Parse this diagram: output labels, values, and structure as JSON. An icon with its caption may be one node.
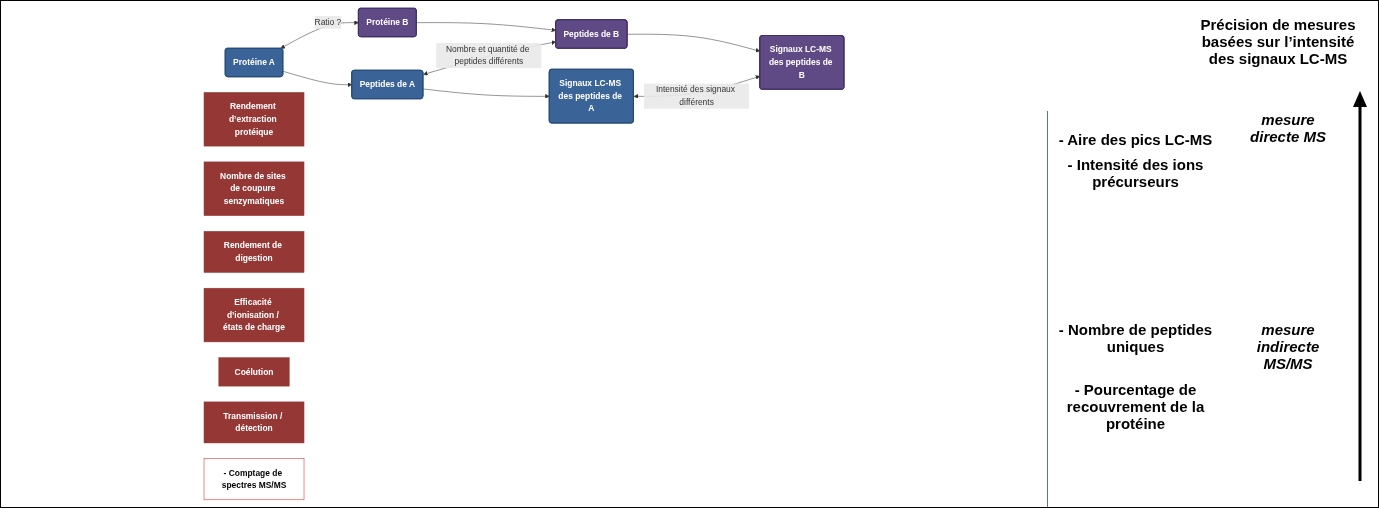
{
  "diagram": {
    "nodes": [
      {
        "text": [
          "Protéine A"
        ]
      },
      {
        "text": [
          "Protéine B"
        ]
      },
      {
        "text": [
          "Rendement d’extraction protéique"
        ]
      },
      {
        "text": [
          "Nombre de sites de coupure senzymatiques"
        ]
      },
      {
        "text": [
          "Rendement de digestion"
        ]
      },
      {
        "text": [
          "Peptides de A"
        ]
      },
      {
        "text": [
          "Peptides de B"
        ]
      },
      {
        "text": [
          "Efficacité d’ionisation / états de charge"
        ]
      },
      {
        "text": [
          "Coélution"
        ]
      },
      {
        "text": [
          "Transmission / détection"
        ]
      },
      {
        "text": [
          "Signaux LC-MS des peptides de A"
        ]
      },
      {
        "text": [
          "Signaux LC-MS des peptides de B"
        ]
      },
      {
        "text": [
          "- Comptage de spectres MS/MS"
        ]
      }
    ],
    "edges": [
      {
        "from": 0,
        "to": 1,
        "arrow": "both",
        "label": "Ratio ?"
      },
      {
        "from": 0,
        "to": 5,
        "arrow": "to"
      },
      {
        "from": 1,
        "to": 6,
        "arrow": "to"
      },
      {
        "from": 5,
        "to": 6,
        "arrow": "both",
        "label": "Nombre et quantité de peptides différents"
      },
      {
        "from": 5,
        "to": 10,
        "arrow": "to"
      },
      {
        "from": 6,
        "to": 11,
        "arrow": "to"
      },
      {
        "from": 10,
        "to": 11,
        "arrow": "both",
        "label": "Intensité des signaux différents"
      }
    ],
    "labels": [
      "Précision de mesures basées sur l’intensité des signaux LC-MS",
      "- Aire des pics LC-MS",
      "mesure directe MS",
      "- Intensité des ions précurseurs",
      "- Nombre de peptides uniques",
      "mesure indirecte MS/MS",
      "- Pourcentage de recouvrement de la protéine"
    ]
  }
}
